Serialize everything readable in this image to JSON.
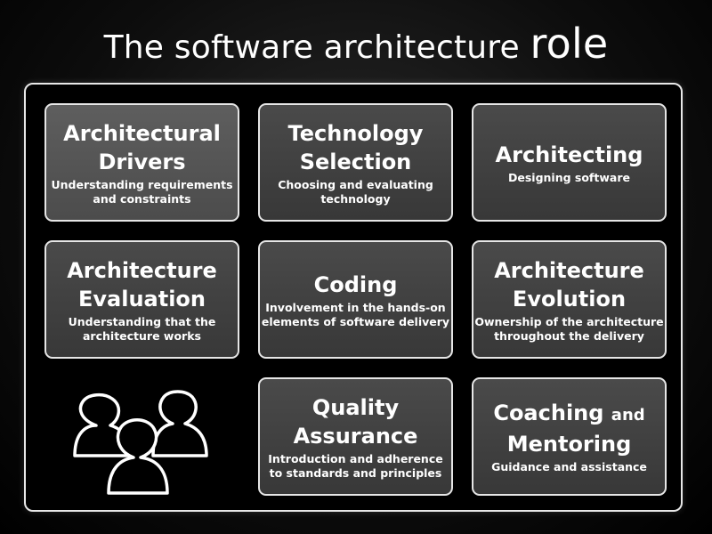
{
  "title": {
    "main": "The software architecture",
    "emphasis": "role"
  },
  "boxes": [
    {
      "heading": "Architectural\nDrivers",
      "subtitle": "Understanding requirements\nand constraints"
    },
    {
      "heading": "Technology\nSelection",
      "subtitle": "Choosing and evaluating\ntechnology"
    },
    {
      "heading": "Architecting",
      "subtitle": "Designing software"
    },
    {
      "heading": "Architecture\nEvaluation",
      "subtitle": "Understanding that the\narchitecture works"
    },
    {
      "heading": "Coding",
      "subtitle": "Involvement in the hands-on\nelements of software delivery"
    },
    {
      "heading": "Architecture\nEvolution",
      "subtitle": "Ownership of the architecture\nthroughout the delivery"
    },
    {
      "heading": "Quality\nAssurance",
      "subtitle": "Introduction and adherence\nto standards and principles"
    },
    {
      "heading_a": "Coaching",
      "heading_and": "and",
      "heading_b": "Mentoring",
      "subtitle": "Guidance and assistance"
    }
  ],
  "icons": {
    "people": "people-group-icon"
  }
}
